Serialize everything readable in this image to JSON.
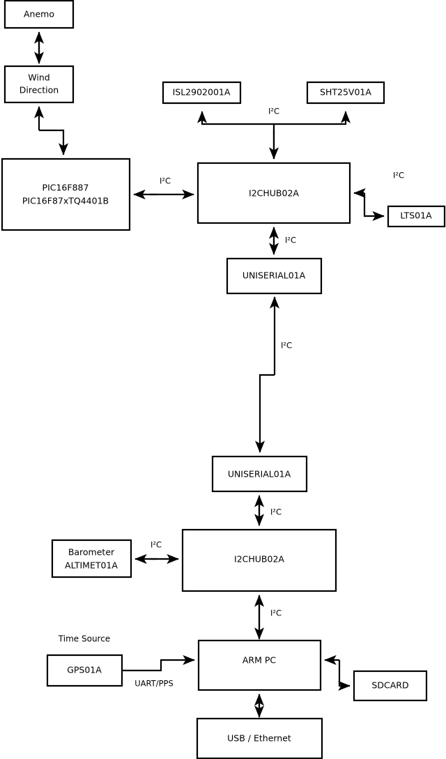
{
  "diagram": {
    "type": "block-diagram",
    "title": "",
    "background_color": "#ffffff",
    "line_color": "#000000",
    "box_fill": "#ffffff",
    "nodes": [
      {
        "id": "anemo",
        "label": "Anemo",
        "lines": [
          "Anemo"
        ]
      },
      {
        "id": "wind",
        "label": "Wind Direction",
        "lines": [
          "Wind",
          "Direction"
        ]
      },
      {
        "id": "pic",
        "label": "PIC16F887 PIC16F87xTQ4401B",
        "lines": [
          "PIC16F887",
          "PIC16F87xTQ4401B"
        ]
      },
      {
        "id": "isl",
        "label": "ISL2902001A",
        "lines": [
          "ISL2902001A"
        ]
      },
      {
        "id": "sht",
        "label": "SHT25V01A",
        "lines": [
          "SHT25V01A"
        ]
      },
      {
        "id": "hub_top",
        "label": "I2CHUB02A",
        "lines": [
          "I2CHUB02A"
        ]
      },
      {
        "id": "lts",
        "label": "LTS01A",
        "lines": [
          "LTS01A"
        ]
      },
      {
        "id": "uniserial_top",
        "label": "UNISERIAL01A",
        "lines": [
          "UNISERIAL01A"
        ]
      },
      {
        "id": "uniserial_bot",
        "label": "UNISERIAL01A",
        "lines": [
          "UNISERIAL01A"
        ]
      },
      {
        "id": "barometer",
        "label": "Barometer ALTIMET01A",
        "lines": [
          "Barometer",
          "ALTIMET01A"
        ]
      },
      {
        "id": "hub_bot",
        "label": "I2CHUB02A",
        "lines": [
          "I2CHUB02A"
        ]
      },
      {
        "id": "gps",
        "label": "GPS01A",
        "lines": [
          "GPS01A"
        ]
      },
      {
        "id": "armpc",
        "label": "ARM PC",
        "lines": [
          "ARM PC"
        ]
      },
      {
        "id": "sdcard",
        "label": "SDCARD",
        "lines": [
          "SDCARD"
        ]
      },
      {
        "id": "usbeth",
        "label": "USB / Ethernet",
        "lines": [
          "USB / Ethernet"
        ]
      }
    ],
    "edge_labels": {
      "isl_sht_bus": "I²C",
      "pic_hub": "I²C",
      "hub_lts": "I²C",
      "hub_uniserial_top": "I²C",
      "uniserial_link": "I²C",
      "uniserial_hub_bot": "I²C",
      "barometer_hub": "I²C",
      "hub_armpc": "I²C",
      "gps_armpc": "UART/PPS"
    },
    "free_labels": {
      "time_source": "Time Source"
    }
  }
}
